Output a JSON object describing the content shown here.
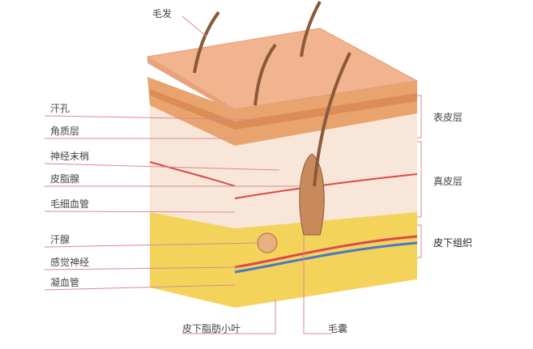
{
  "title_label": "毛发",
  "left_labels": [
    "汗孔",
    "角质层",
    "神经末梢",
    "皮脂腺",
    "毛细血管",
    "汗腺",
    "感觉神经",
    "凝血管"
  ],
  "right_labels": [
    "表皮层",
    "真皮层",
    "皮下组织"
  ],
  "bottom_labels": [
    "皮下脂肪小叶",
    "毛囊"
  ],
  "colors": {
    "skin": "#f2b48f",
    "epidermis": "#e8a06a",
    "dermis": "#f8e6d8",
    "fat": "#f3d35a",
    "leader": "#d9899a"
  }
}
